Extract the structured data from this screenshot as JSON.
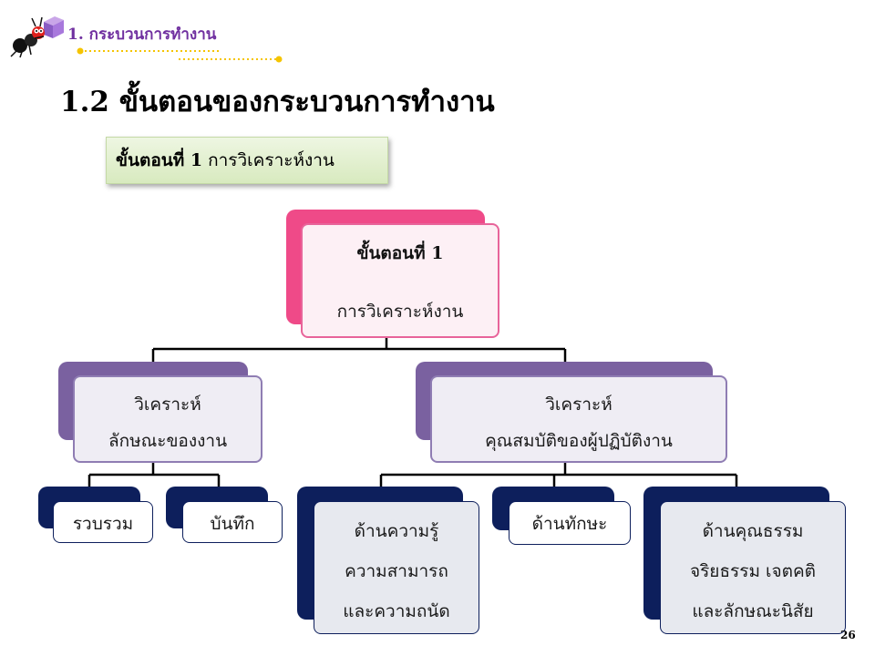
{
  "header": {
    "breadcrumb": "1. กระบวนการทำงาน",
    "title": "1.2 ขั้นตอนของกระบวนการทำงาน",
    "subtitle_bold": "ขั้นตอนที่ 1",
    "subtitle_rest": "การวิเคราะห์งาน"
  },
  "colors": {
    "accent": "#7030a0",
    "root": "#ef4a88",
    "level1": "#7a61a0",
    "level2": "#0d1f5c",
    "subtitle_bg": "#d8eabf",
    "dots": "#f5c400"
  },
  "diagram": {
    "root": {
      "line1": "ขั้นตอนที่ 1",
      "line2": "การวิเคราะห์งาน"
    },
    "left": {
      "line1": "วิเคราะห์",
      "line2": "ลักษณะของงาน"
    },
    "right": {
      "line1": "วิเคราะห์",
      "line2": "คุณสมบัติของผู้ปฏิบัติงาน"
    },
    "left_children": [
      "รวบรวม",
      "บันทึก"
    ],
    "right_children": {
      "knowledge": [
        "ด้านความรู้",
        "ความสามารถ",
        "และความถนัด"
      ],
      "skill": "ด้านทักษะ",
      "ethics": [
        "ด้านคุณธรรม",
        "จริยธรรม เจตคติ",
        "และลักษณะนิสัย"
      ]
    }
  },
  "page_number": "26"
}
